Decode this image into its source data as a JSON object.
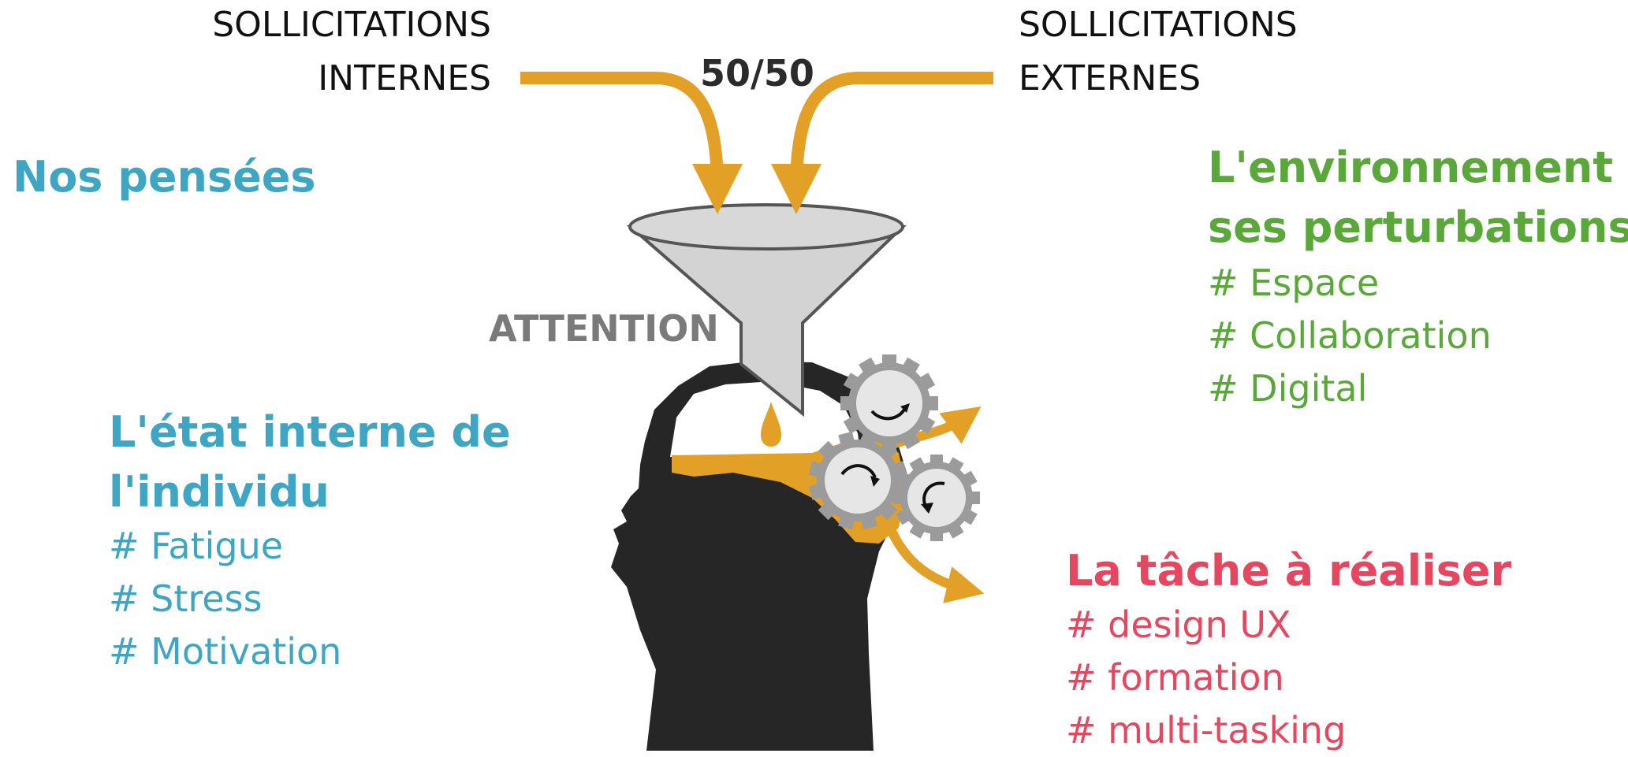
{
  "sources": {
    "internal": {
      "line1": "SOLLICITATIONS",
      "line2": "INTERNES"
    },
    "external": {
      "line1": "SOLLICITATIONS",
      "line2": "EXTERNES"
    },
    "ratio": "50/50"
  },
  "funnel_label": "ATTENTION",
  "thoughts": {
    "title": "Nos pensées"
  },
  "internal_state": {
    "title_line1": "L'état interne de",
    "title_line2": "l'individu",
    "tags": [
      "# Fatigue",
      "# Stress",
      "# Motivation"
    ]
  },
  "environment": {
    "title_line1": "L'environnement et",
    "title_line2": "ses perturbations",
    "tags": [
      "# Espace",
      "# Collaboration",
      "# Digital"
    ]
  },
  "task": {
    "title": "La tâche à réaliser",
    "tags": [
      "# design UX",
      "# formation",
      "# multi-tasking"
    ]
  },
  "colors": {
    "arrow": "#e3a027",
    "head": "#262626",
    "funnel": "#d3d3d3",
    "gear": "#e6e6e6",
    "blue": "#3ea5c2",
    "green": "#5aa83a",
    "red": "#e4475f"
  },
  "icons": [
    "funnel-icon",
    "head-icon",
    "gear-icon",
    "arrow-icon"
  ]
}
